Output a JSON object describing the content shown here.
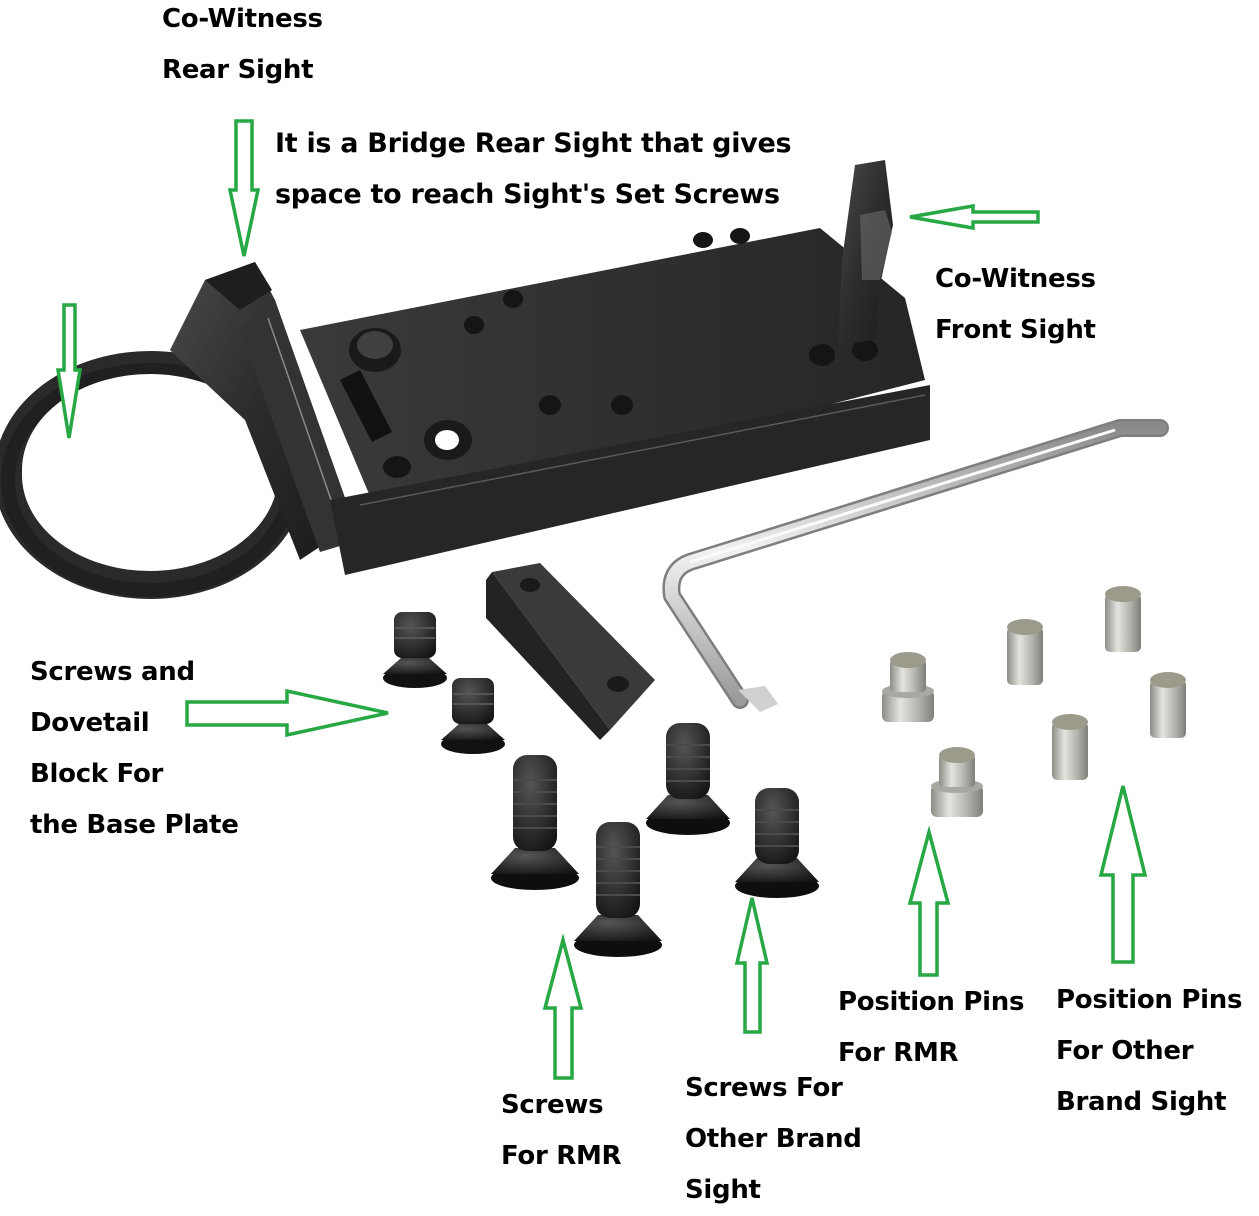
{
  "title": "Co-Witness Sight Base Plate Kit – Parts Diagram",
  "colors": {
    "arrow": "#27a845",
    "text": "#000000",
    "background": "#ffffff",
    "anodized_black": "#2f2f2f",
    "steel": "#bfc0bf"
  },
  "labels": {
    "rear_sight": {
      "lines": [
        "Co-Witness",
        "Rear Sight"
      ]
    },
    "bridge_note": {
      "lines": [
        "It is a Bridge Rear Sight that gives",
        "space to reach Sight's Set Screws"
      ]
    },
    "front_sight": {
      "lines": [
        "Co-Witness",
        "Front Sight"
      ]
    },
    "dovetail": {
      "lines": [
        "Screws and",
        "Dovetail",
        "Block For",
        "the Base Plate"
      ]
    },
    "screws_rmr": {
      "lines": [
        "Screws",
        "For RMR"
      ]
    },
    "screws_other": {
      "lines": [
        "Screws For",
        "Other Brand",
        "Sight"
      ]
    },
    "pins_rmr": {
      "lines": [
        "Position Pins",
        "For RMR"
      ]
    },
    "pins_other": {
      "lines": [
        "Position Pins",
        "For Other",
        "Brand Sight"
      ]
    }
  },
  "parts": {
    "base_plate": {
      "icon": "base-plate-icon"
    },
    "ring": {
      "icon": "ring-icon"
    },
    "torx_key": {
      "icon": "torx-key-icon"
    },
    "dovetail_block": {
      "icon": "dovetail-block-icon"
    },
    "set_screws": {
      "count": 2,
      "icon": "set-screw-icon"
    },
    "flat_head_screws": {
      "count": 4,
      "icon": "flat-head-screw-icon"
    },
    "stepped_pins": {
      "count": 2,
      "icon": "stepped-pin-icon"
    },
    "straight_pins": {
      "count": 4,
      "icon": "straight-pin-icon"
    }
  }
}
